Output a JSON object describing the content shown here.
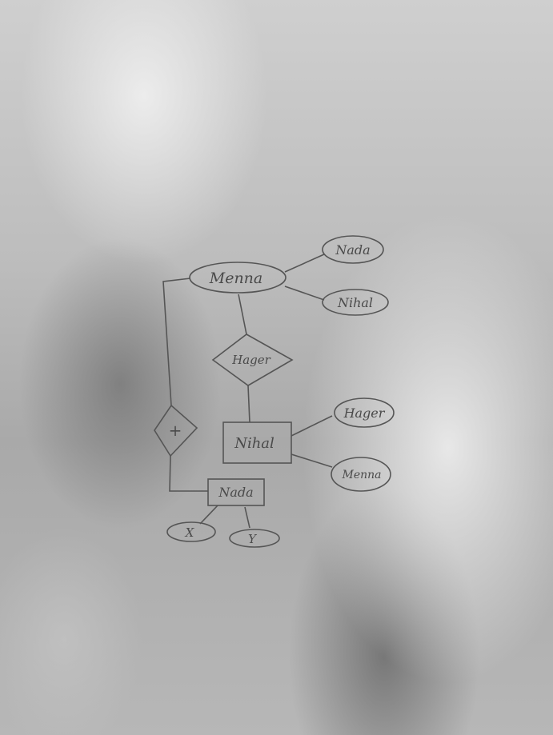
{
  "entities": {
    "menna": "Menna",
    "nihal": "Nihal",
    "nada": "Nada"
  },
  "relationships": {
    "hager": "Hager",
    "plus": "+"
  },
  "attributes": {
    "menna_nada": "Nada",
    "menna_nihal": "Nihal",
    "nihal_hager": "Hager",
    "nihal_menna": "Menna",
    "nada_x": "X",
    "nada_y": "Y"
  }
}
